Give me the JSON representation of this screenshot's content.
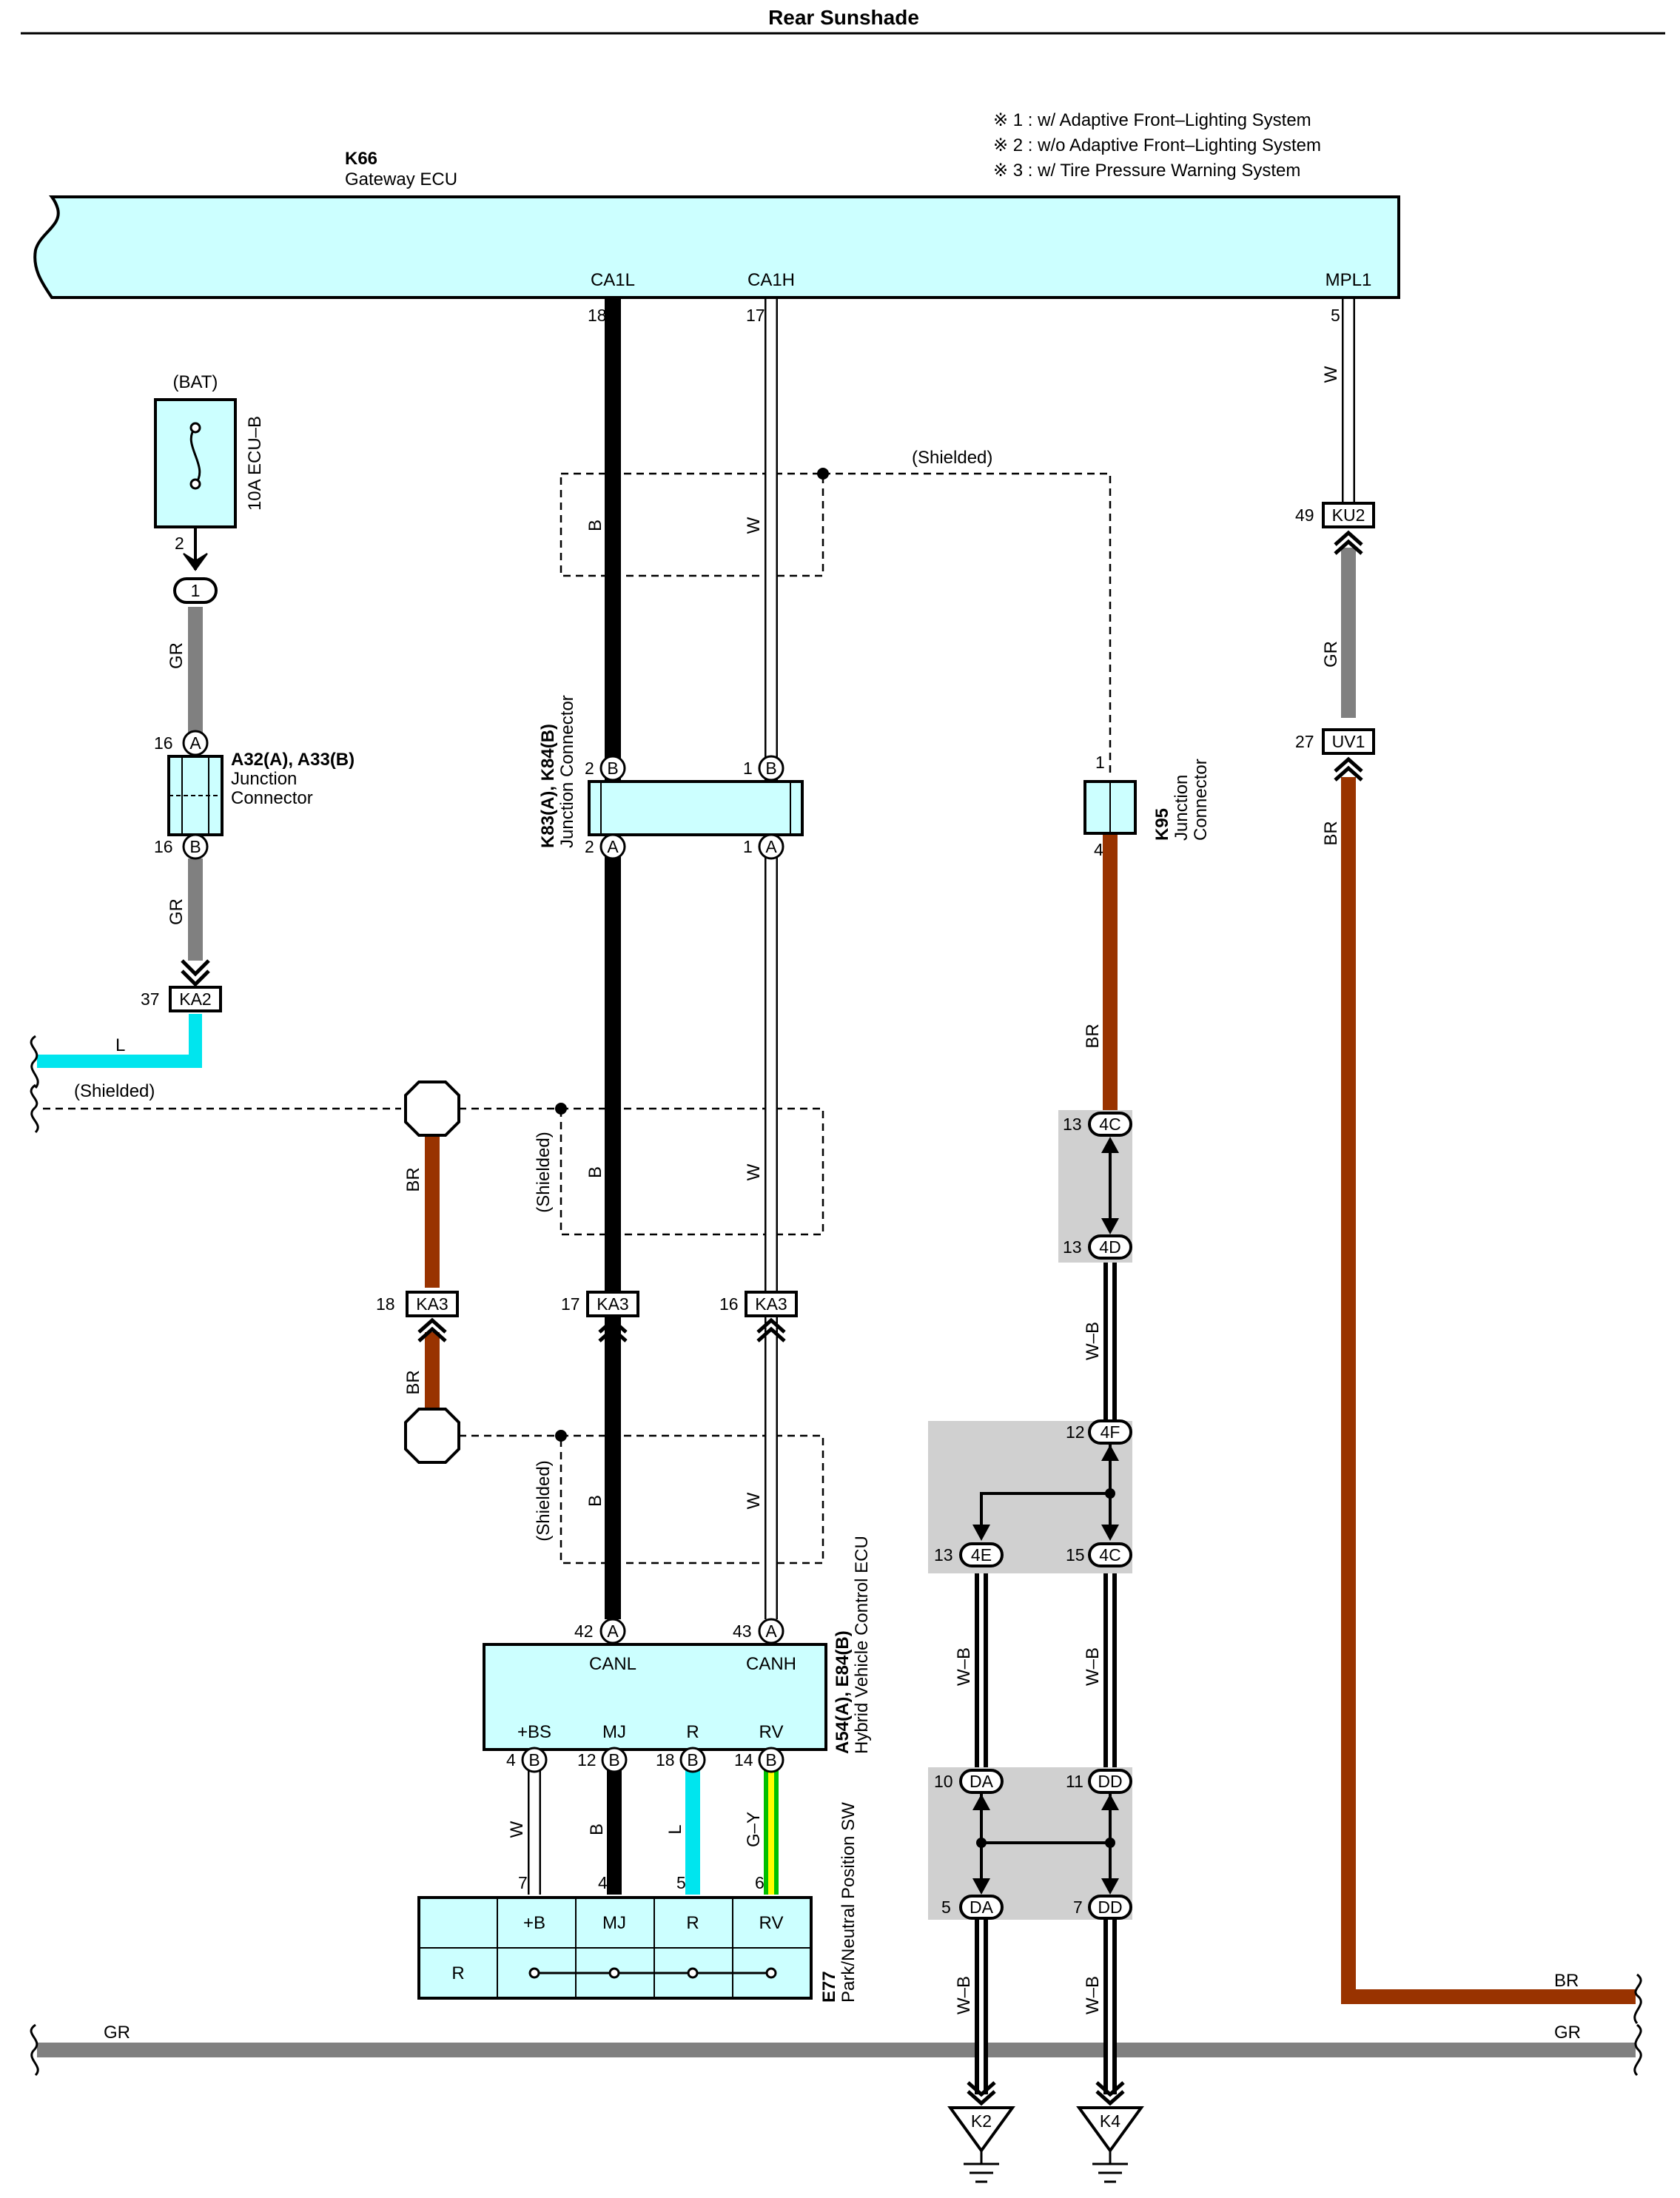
{
  "title": "Rear Sunshade",
  "notes": [
    "※ 1 : w/ Adaptive Front–Lighting System",
    "※ 2 : w/o Adaptive Front–Lighting System",
    "※ 3 : w/ Tire Pressure Warning System"
  ],
  "gateway": {
    "id": "K66",
    "name": "Gateway ECU",
    "pins": {
      "ca1l": "CA1L",
      "ca1h": "CA1H",
      "mpl1": "MPL1"
    }
  },
  "fuse": {
    "supply": "(BAT)",
    "name": "10A ECU–B"
  },
  "jc_a32": {
    "id": "A32(A), A33(B)",
    "line1": "Junction",
    "line2": "Connector"
  },
  "jc_k83": {
    "id": "K83(A), K84(B)",
    "name": "Junction Connector"
  },
  "jc_k95": {
    "id": "K95",
    "line1": "Junction",
    "line2": "Connector"
  },
  "hv_ecu": {
    "id": "A54(A), E84(B)",
    "name": "Hybrid Vehicle Control ECU",
    "pins": [
      "CANL",
      "CANH",
      "+BS",
      "MJ",
      "R",
      "RV"
    ]
  },
  "pn_sw": {
    "id": "E77",
    "name": "Park/Neutral Position SW",
    "terminals": [
      "+B",
      "MJ",
      "R",
      "RV"
    ],
    "row_label": "R"
  },
  "shielded": "(Shielded)",
  "wire_colors": {
    "b": "B",
    "w": "W",
    "gr": "GR",
    "br": "BR",
    "l": "L",
    "wb": "W–B",
    "gy": "G–Y"
  },
  "connectors": {
    "ka2": "KA2",
    "ka3": "KA3",
    "ku2": "KU2",
    "uv1": "UV1",
    "c4c": "4C",
    "c4d": "4D",
    "c4f": "4F",
    "c4e": "4E",
    "cda": "DA",
    "cdd": "DD",
    "a": "A",
    "b": "B"
  },
  "pins": {
    "p1": "1",
    "p2": "2",
    "p4": "4",
    "p5": "5",
    "p6": "6",
    "p7": "7",
    "p10": "10",
    "p11": "11",
    "p12": "12",
    "p13": "13",
    "p14": "14",
    "p15": "15",
    "p16": "16",
    "p17": "17",
    "p18": "18",
    "p27": "27",
    "p37": "37",
    "p42": "42",
    "p43": "43",
    "p49": "49"
  },
  "grounds": [
    "K2",
    "K4"
  ],
  "colors": {
    "ecu_fill": "#ccffff",
    "splice_fill": "#d0d0d0",
    "black": "#000000",
    "gray": "#808080",
    "cyan": "#00e5ee",
    "brown": "#993300",
    "yellow": "#ffff00",
    "green": "#00c000",
    "white": "#ffffff"
  }
}
